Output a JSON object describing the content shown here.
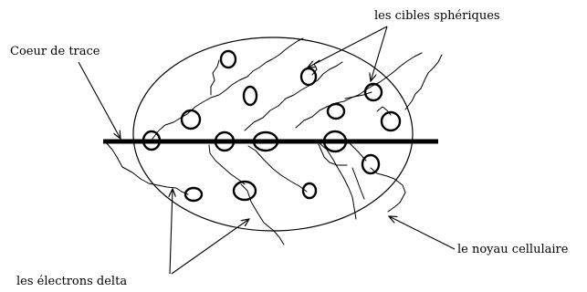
{
  "labels": {
    "spherical_targets": "les cibles sphériques",
    "track_core": "Coeur de trace",
    "cell_nucleus": "le noyau cellulaire",
    "delta_electrons": "les électrons delta"
  },
  "colors": {
    "ink": "#000000",
    "background": "#ffffff"
  }
}
